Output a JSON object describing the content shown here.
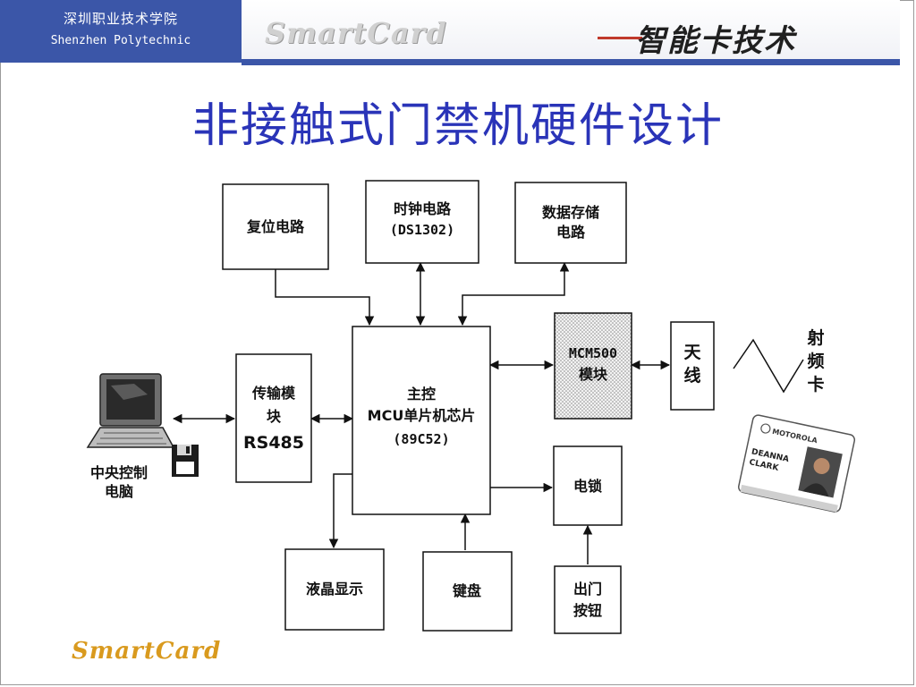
{
  "header": {
    "school_cn": "深圳职业技术学院",
    "school_en": "Shenzhen Polytechnic",
    "logo_text": "SmartCard",
    "tech_title": "智能卡技术"
  },
  "title": "非接触式门禁机硬件设计",
  "diagram": {
    "reset": "复位电路",
    "clock_line1": "时钟电路",
    "clock_line2": "(DS1302)",
    "storage_line1": "数据存储",
    "storage_line2": "电路",
    "mcu_line1": "主控",
    "mcu_line2": "MCU单片机芯片",
    "mcu_line3": "(89C52)",
    "rs485_line1": "传输模",
    "rs485_line2": "块",
    "rs485_line3": "RS485",
    "mcm_line1": "MCM500",
    "mcm_line2": "模块",
    "antenna_line1": "天",
    "antenna_line2": "线",
    "rfcard_line1": "射",
    "rfcard_line2": "频",
    "rfcard_line3": "卡",
    "lock": "电锁",
    "lcd": "液晶显示",
    "keyboard": "键盘",
    "exit_line1": "出门",
    "exit_line2": "按钮",
    "pc_line1": "中央控制",
    "pc_line2": "电脑",
    "card_brand": "MOTOROLA",
    "card_name1": "DEANNA",
    "card_name2": "CLARK"
  },
  "footer": {
    "logo_text": "SmartCard"
  },
  "colors": {
    "header_blue": "#3b56a8",
    "title_blue": "#2a34b8",
    "footer_gold": "#d99a1e"
  }
}
